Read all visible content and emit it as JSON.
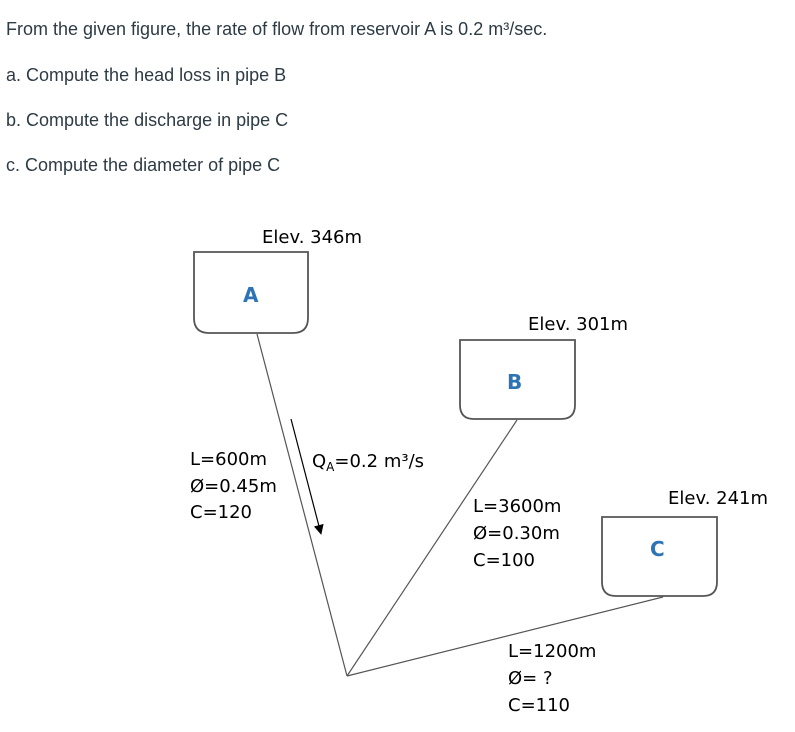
{
  "problem": {
    "intro": "From the given figure, the rate of flow from reservoir A is 0.2 m³/sec.",
    "part_a": "a. Compute the head loss in pipe B",
    "part_b": "b. Compute the discharge in pipe C",
    "part_c": "c. Compute the diameter of pipe C"
  },
  "diagram": {
    "reservoir_a": {
      "letter": "A",
      "elev": "Elev. 346m"
    },
    "reservoir_b": {
      "letter": "B",
      "elev": "Elev. 301m"
    },
    "reservoir_c": {
      "letter": "C",
      "elev": "Elev. 241m"
    },
    "pipe_a": {
      "length": "L=600m",
      "diameter": "Ø=0.45m",
      "coeff": "C=120"
    },
    "pipe_b": {
      "length": "L=3600m",
      "diameter": "Ø=0.30m",
      "coeff": "C=100"
    },
    "pipe_c": {
      "length": "L=1200m",
      "diameter": "Ø= ?",
      "coeff": "C=110"
    },
    "flow": {
      "q_letter": "Q",
      "q_sub": "A",
      "q_rest": "=0.2 m³/s"
    },
    "colors": {
      "line": "#555555",
      "reservoir_label": "#2e74b5",
      "text": "#2d3b45"
    }
  }
}
